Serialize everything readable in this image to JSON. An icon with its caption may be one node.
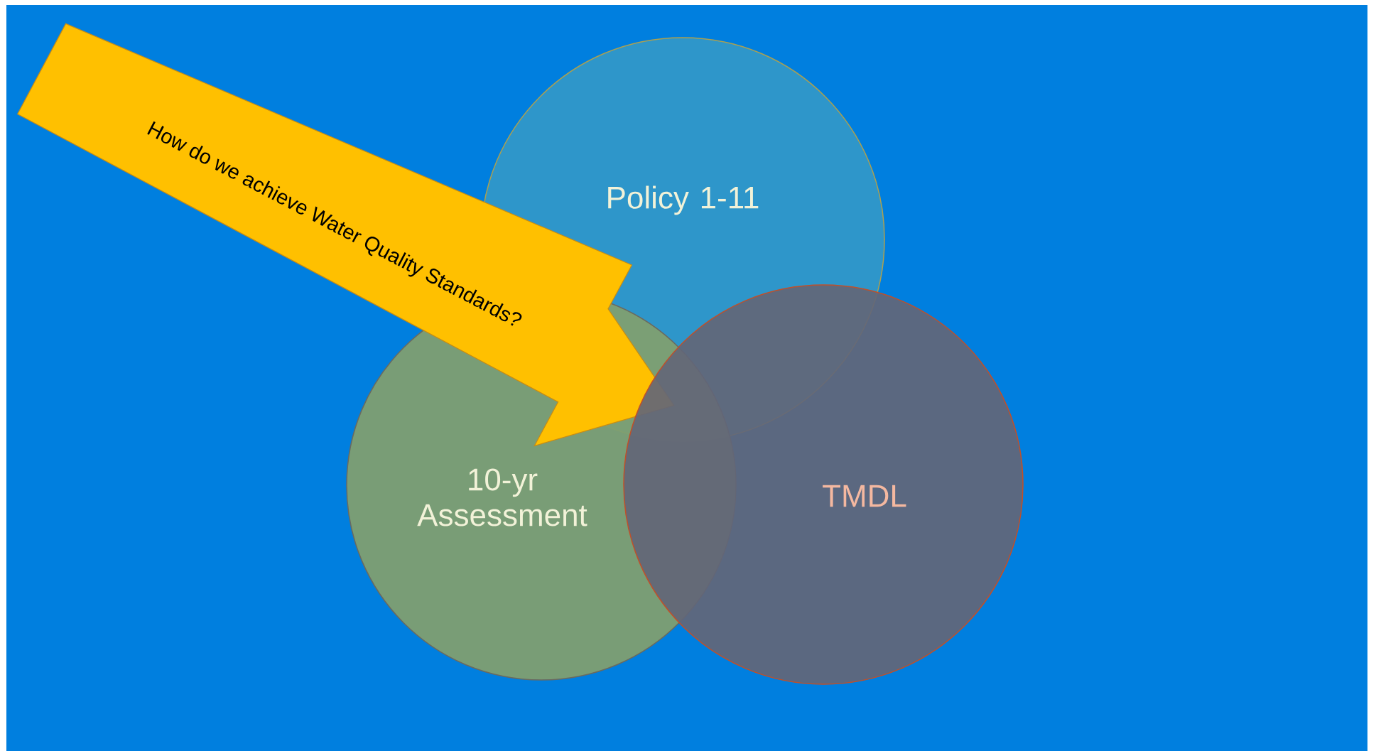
{
  "diagram": {
    "nodes": [
      {
        "text": [
          "How do we achieve Water Quality Standards?"
        ]
      },
      {
        "text": [
          "Policy 1-11"
        ]
      },
      {
        "text": [
          "10-yr Assessment"
        ]
      },
      {
        "text": [
          "TMDL"
        ]
      }
    ]
  }
}
